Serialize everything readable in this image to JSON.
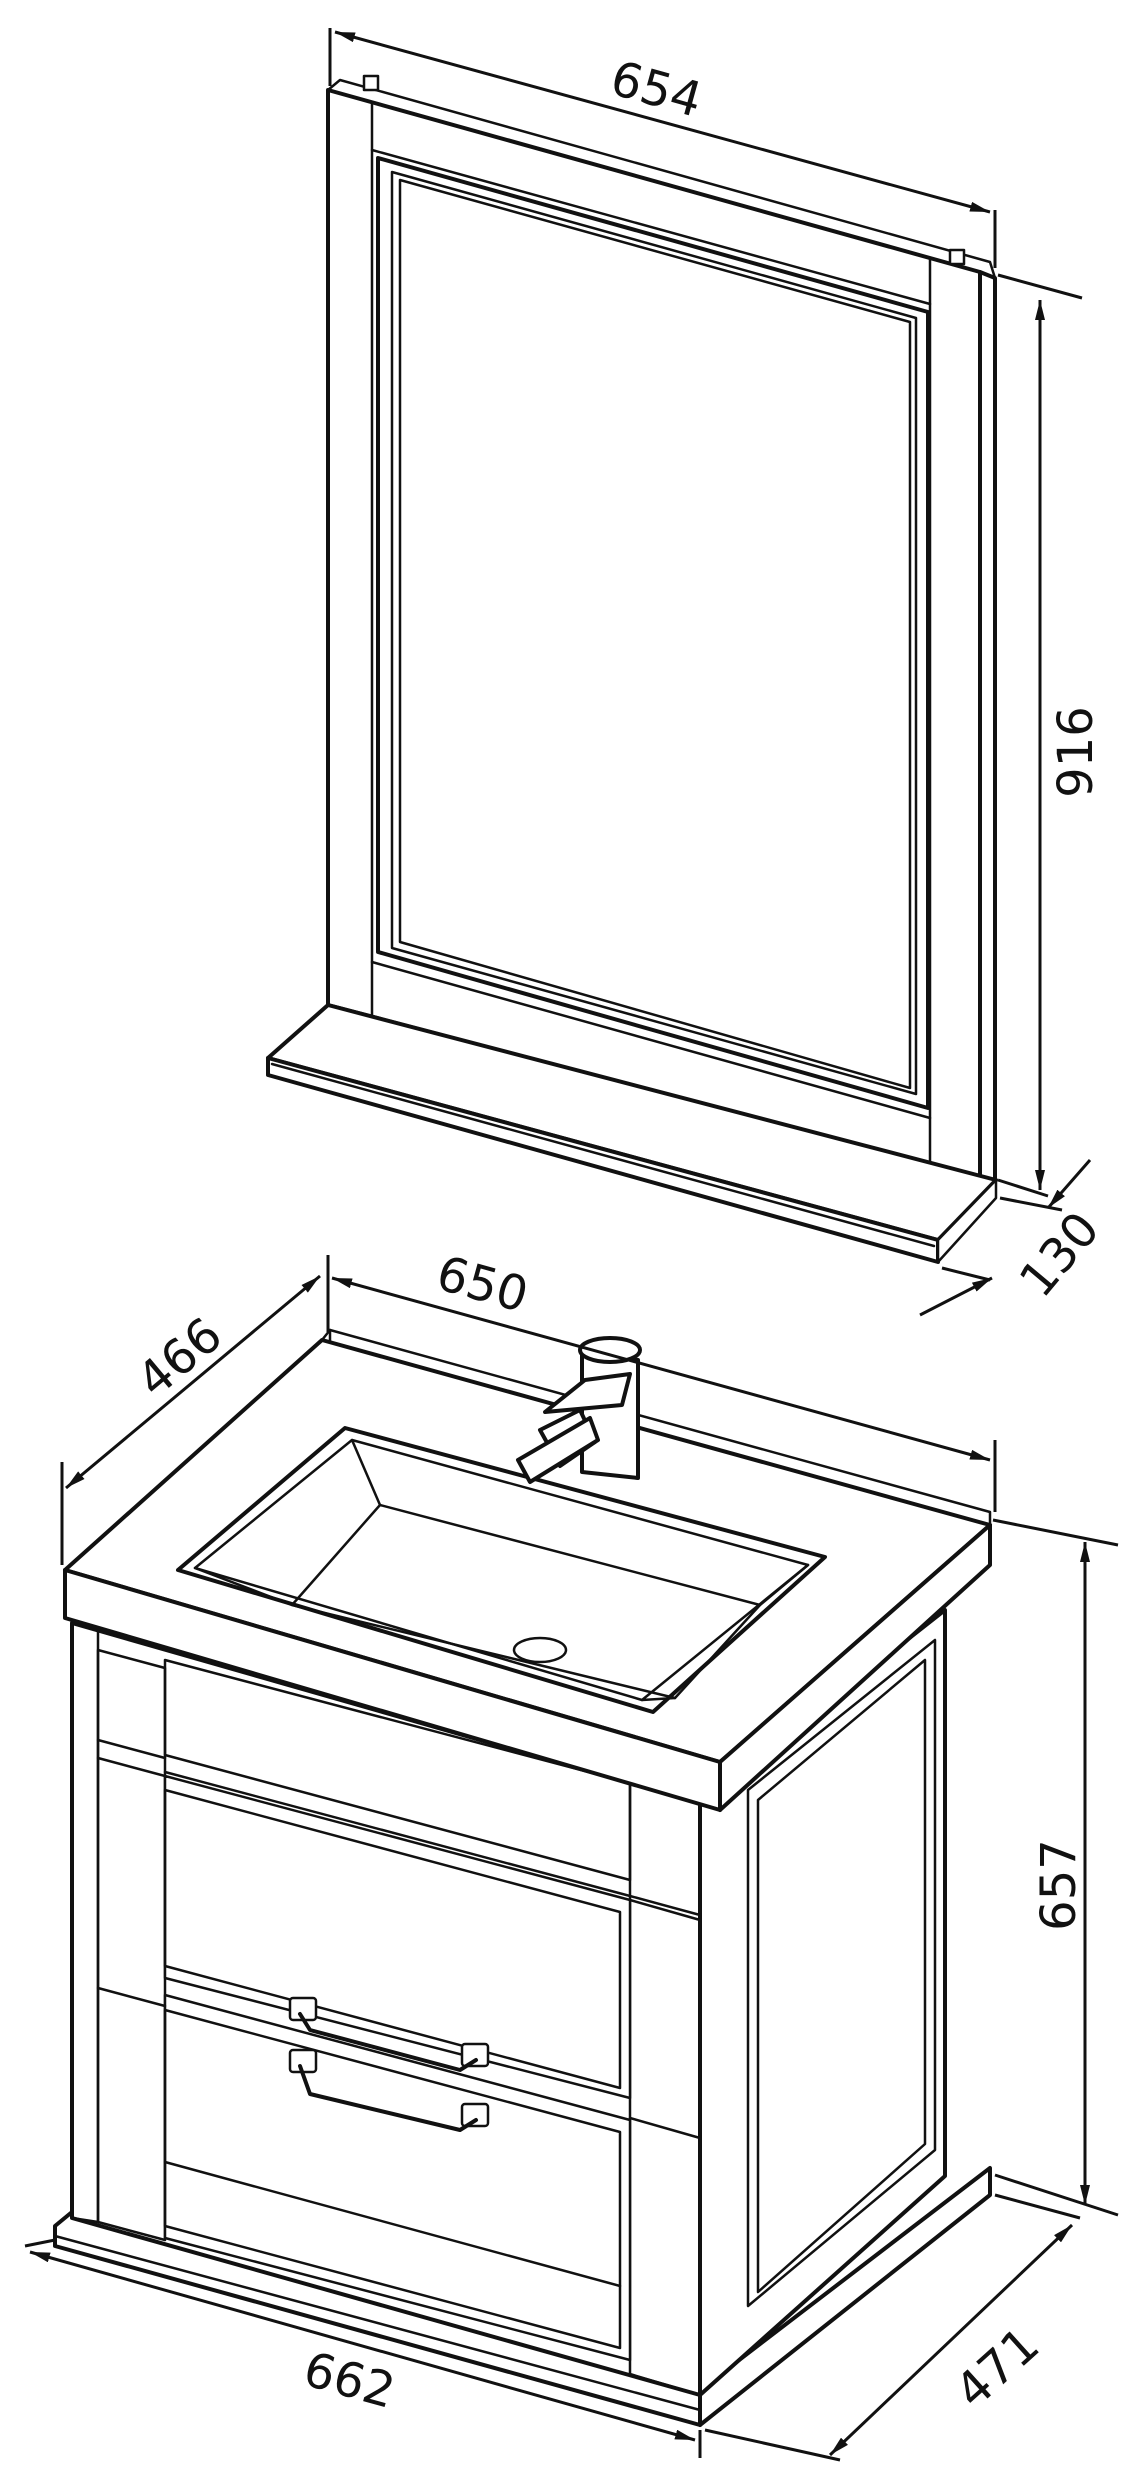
{
  "dimensions": {
    "mirror_width": "654",
    "mirror_height": "916",
    "mirror_shelf_depth": "130",
    "sink_width": "650",
    "sink_depth": "466",
    "cabinet_height": "657",
    "cabinet_base_width": "662",
    "cabinet_base_depth": "471"
  },
  "colors": {
    "line": "#111111",
    "background": "#ffffff"
  }
}
